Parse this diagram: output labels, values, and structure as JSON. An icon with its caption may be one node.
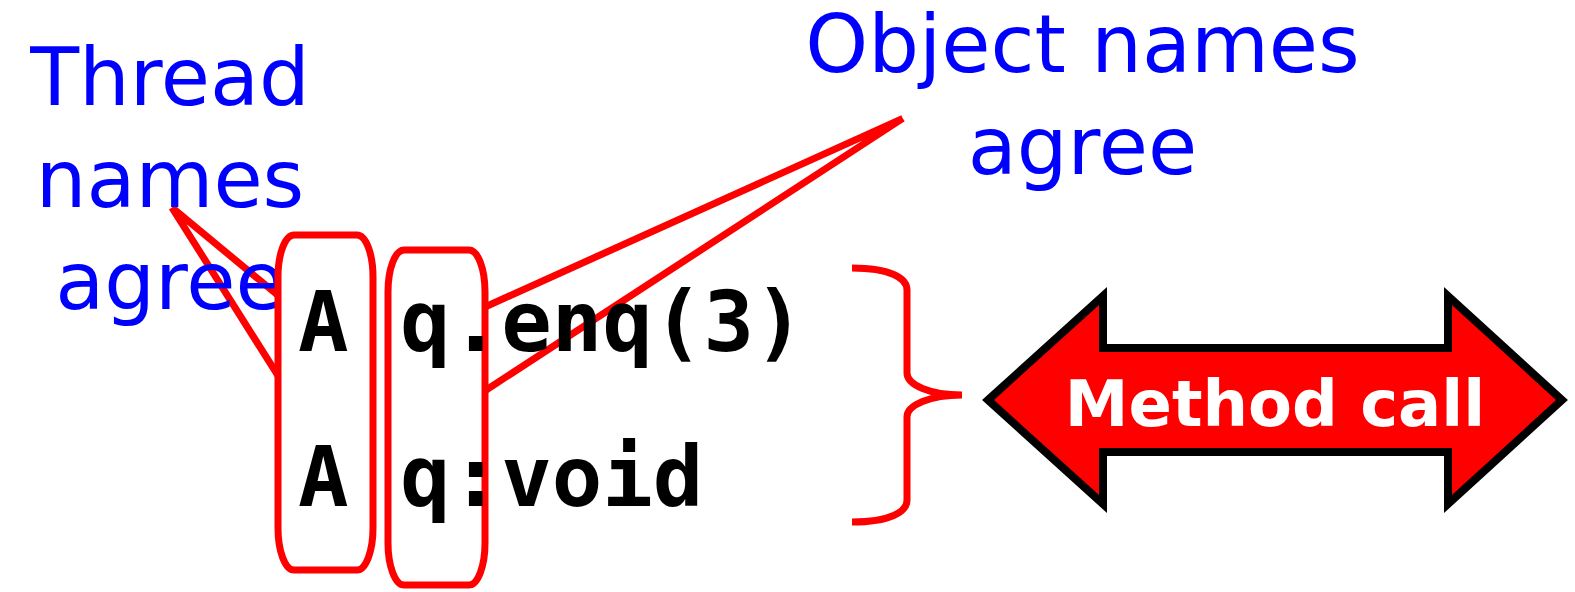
{
  "diagram": {
    "nodes": [
      {
        "text": [
          "Thread names agree"
        ]
      },
      {
        "text": [],
        "shape": "box"
      },
      {
        "text": [
          "Object names agree"
        ]
      },
      {
        "text": [],
        "shape": "box"
      },
      {
        "text": [
          "Method call"
        ]
      }
    ],
    "edges": [
      {
        "from": 1,
        "to": 0,
        "arrow": "none",
        "color": "#ff0000"
      },
      {
        "from": 3,
        "to": 2,
        "arrow": "none",
        "color": "#ff0000"
      }
    ],
    "labels": [
      "A",
      "q.enq(3)",
      "A",
      "q:void"
    ]
  }
}
